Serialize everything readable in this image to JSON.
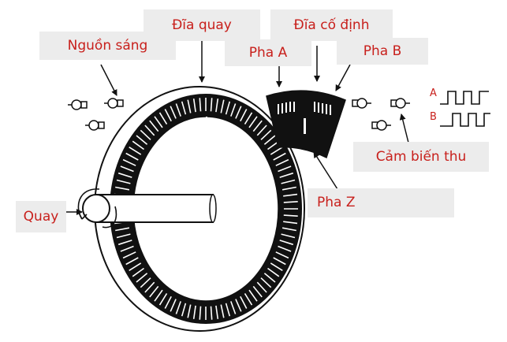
{
  "labels": {
    "rotating_disc": "Đĩa quay",
    "fixed_disc": "Đĩa cố định",
    "light_source": "Nguồn sáng",
    "phase_a": "Pha A",
    "phase_b": "Pha B",
    "receiver": "Cảm biến thu",
    "phase_z": "Pha Z",
    "rotate": "Quay",
    "wave_a": "A",
    "wave_b": "B"
  },
  "colors": {
    "label_text": "#c8201c",
    "label_background": "#ececec",
    "line_art": "#111111"
  }
}
